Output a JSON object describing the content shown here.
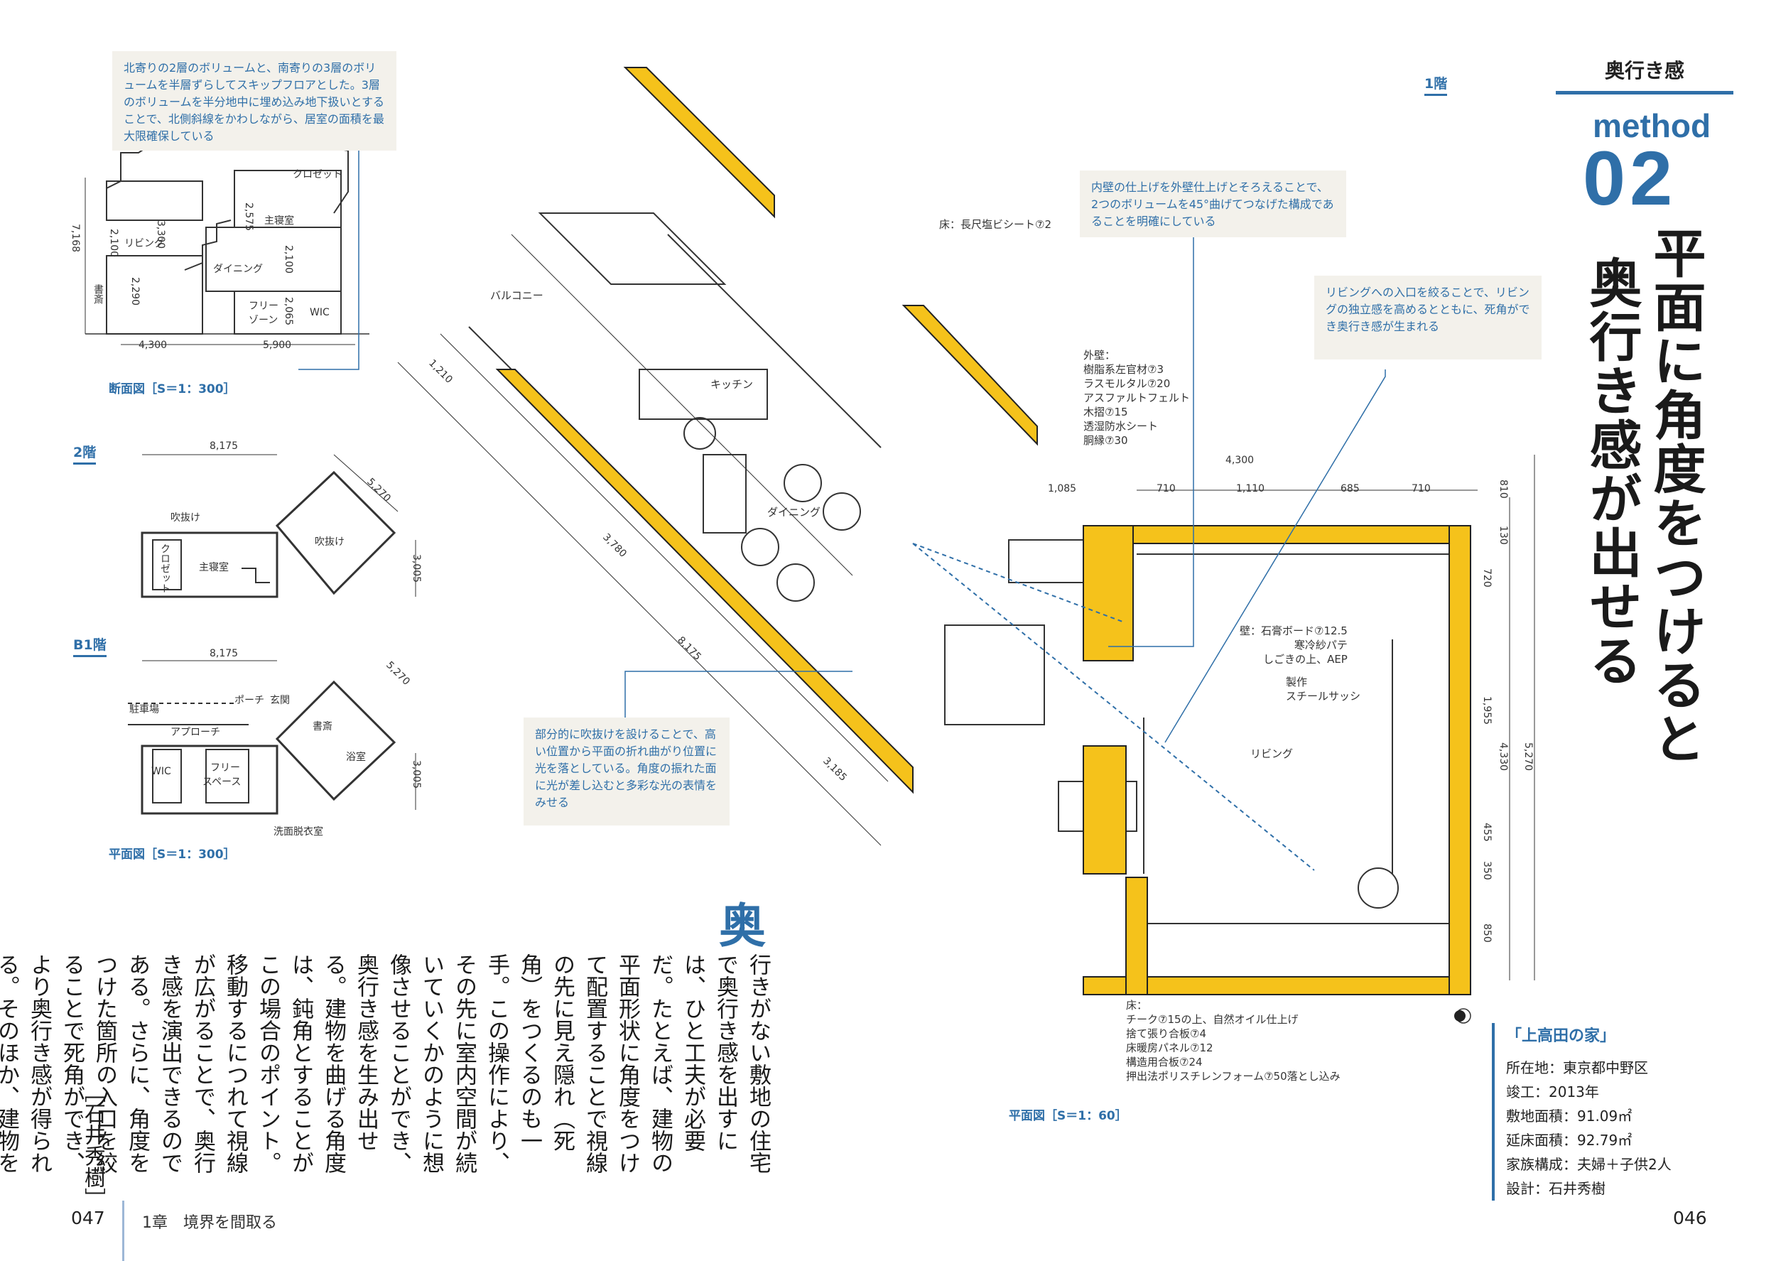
{
  "notes": {
    "section": "北寄りの2層のボリュームと、南寄りの3層のボリュームを半層ずらしてスキップフロアとした。3層のボリュームを半分地中に埋め込み地下扱いとすることで、北側斜線をかわしながら、居室の面積を最大限確保している",
    "wall": "内壁の仕上げを外壁仕上げとそろえることで、2つのボリュームを45°曲げてつなげた構成であることを明確にしている",
    "living": "リビングへの入口を絞ることで、リビングの独立感を高めるとともに、死角ができ奥行き感が生まれる",
    "void": "部分的に吹抜けを設けることで、高い位置から平面の折れ曲がり位置に光を落としている。角度の振れた面に光が差し込むと多彩な光の表情をみせる"
  },
  "section_drawing": {
    "caption": "断面図［S＝1：300］",
    "rooms": [
      "クロゼット",
      "主寝室",
      "リビング",
      "ダイニング",
      "書斎",
      "フリー",
      "ゾーン",
      "WIC"
    ],
    "dims": [
      "7,168",
      "2,575",
      "3,300",
      "2,100",
      "2,100",
      "2,290",
      "2,065",
      "4,300",
      "5,900"
    ]
  },
  "plan_2f": {
    "tag": "2階",
    "rooms": [
      "吹抜け",
      "吹抜け",
      "クロゼット",
      "主寝室"
    ],
    "dims": [
      "8,175",
      "5,270",
      "3,005"
    ]
  },
  "plan_b1": {
    "tag": "B1階",
    "rooms": [
      "駐車場",
      "ポーチ",
      "玄関",
      "アプローチ",
      "書斎",
      "浴室",
      "WIC",
      "フリー",
      "スペース",
      "洗面脱衣室"
    ],
    "dims": [
      "8,175",
      "5,270",
      "3,005"
    ],
    "caption": "平面図［S＝1：300］"
  },
  "main_plan": {
    "tag": "1階",
    "rooms": [
      "バルコニー",
      "キッチン",
      "ダイニング",
      "リビング"
    ],
    "floor_finish_top": "床：長尺塩ビシート⑦2",
    "exterior_title": "外壁：",
    "exterior": [
      "樹脂系左官材⑦3",
      "ラスモルタル⑦20",
      "アスファルトフェルト",
      "木摺⑦15",
      "透湿防水シート",
      "胴縁⑦30"
    ],
    "wall": [
      "壁：石膏ボード⑦12.5",
      "寒冷紗パテ",
      "しごきの上、AEP"
    ],
    "sash": [
      "製作",
      "スチールサッシ"
    ],
    "floor_title": "床：",
    "floor": [
      "チーク⑦15の上、自然オイル仕上げ",
      "捨て張り合板⑦4",
      "床暖房パネル⑦12",
      "構造用合板⑦24",
      "押出法ポリスチレンフォーム⑦50落とし込み"
    ],
    "dims_diag": [
      "1,210",
      "3,780",
      "8,175",
      "3,185"
    ],
    "dims_top": [
      "4,300",
      "1,085",
      "710",
      "1,110",
      "685",
      "710"
    ],
    "dims_right": [
      "810",
      "130",
      "720",
      "1,955",
      "4,330",
      "5,270",
      "455",
      "350",
      "850"
    ],
    "caption": "平面図［S＝1：60］"
  },
  "heading": {
    "category": "奥行き感",
    "method_word": "method",
    "method_num": "02",
    "title_line1": "平面に角度をつけると",
    "title_line2": "奥行き感が出せる"
  },
  "body": {
    "dropcap": "奥",
    "text": "行きがない敷地の住宅で奥行き感を出すには、ひと工夫が必要だ。たとえば、建物の平面形状に角度をつけて配置することで視線の先に見え隠れ（死角）をつくるのも一手。この操作により、その先に室内空間が続いていくかのように想像させることができ、奥行き感を生み出せる。建物を曲げる角度は、鈍角とすることがこの場合のポイント。移動するにつれて視線が広がることで、奥行き感を演出できるのである。さらに、角度をつけた箇所の入口を絞ることで死角ができ、より奥行き感が得られる。そのほか、建物を曲げることで隣家の窓と正対するのを避けられる効果もある。",
    "author": "［石井秀樹］"
  },
  "info": {
    "title": "「上高田の家」",
    "rows": [
      "所在地：東京都中野区",
      "竣工：2013年",
      "敷地面積：91.09㎡",
      "延床面積：92.79㎡",
      "家族構成：夫婦＋子供2人",
      "設計：石井秀樹"
    ]
  },
  "footer": {
    "page_left": "047",
    "chapter": "1章　境界を間取る",
    "page_right": "046"
  },
  "colors": {
    "accent": "#2f6fa8",
    "wall_yellow": "#f5c21b",
    "note_bg": "#f3f1eb"
  }
}
